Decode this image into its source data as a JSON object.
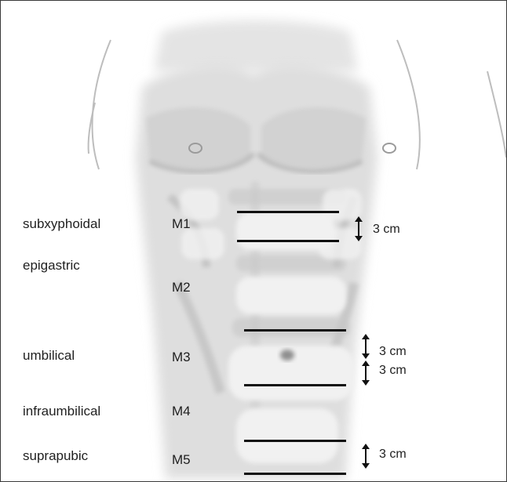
{
  "figure": {
    "regions": [
      {
        "name": "subxyphoidal",
        "code": "M1"
      },
      {
        "name": "epigastric",
        "code": "M2"
      },
      {
        "name": "umbilical",
        "code": "M3"
      },
      {
        "name": "infraumbilical",
        "code": "M4"
      },
      {
        "name": "suprapubic",
        "code": "M5"
      }
    ],
    "dimensions": [
      "3 cm",
      "3 cm",
      "3 cm",
      "3 cm"
    ],
    "colors": {
      "body_shading": "#cfcfcf",
      "lines": "#111111",
      "text": "#1f1f1f",
      "frame": "#3a3a3a"
    }
  }
}
